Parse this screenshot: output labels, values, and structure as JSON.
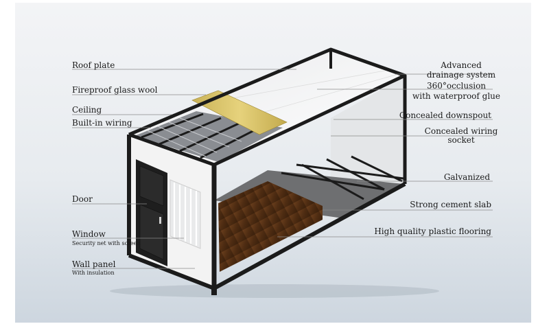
{
  "labels_left": {
    "roof_plate": "Roof plate",
    "glass_wool": "Fireproof glass wool",
    "ceiling": "Ceiling",
    "wiring": "Built-in wiring",
    "door": "Door",
    "window": "Window",
    "window_sub": "Security net with screen",
    "wall_panel": "Wall panel",
    "wall_sub": "With insulation"
  },
  "labels_right": {
    "drainage_l1": "Advanced",
    "drainage_l2": "drainage system",
    "occlusion_l1": "360°occlusion",
    "occlusion_l2": "with waterproof glue",
    "downspout": "Concealed downspout",
    "socket_l1": "Concealed wiring",
    "socket_l2": "socket",
    "galvanized": "Galvanized",
    "cement": "Strong cement slab",
    "flooring": "High quality plastic flooring"
  },
  "colors": {
    "frame": "#1b1b1b",
    "wool": "#d8c36a",
    "floor": "#5a3418",
    "panel": "#f2f2f2"
  }
}
